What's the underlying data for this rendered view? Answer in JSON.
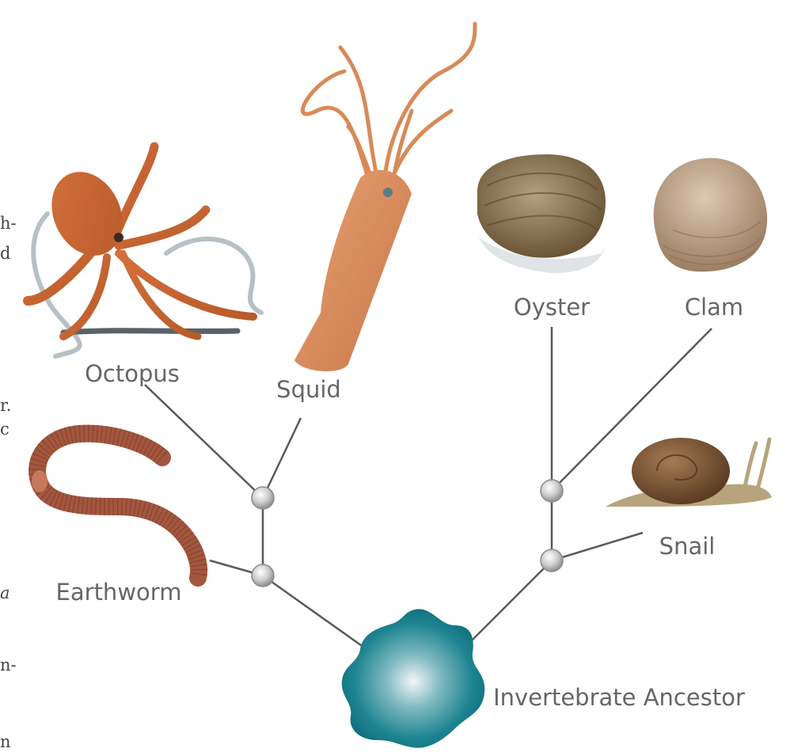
{
  "title": "",
  "nodes": {
    "octopus": {
      "label": "Octopus"
    },
    "squid": {
      "label": "Squid"
    },
    "oyster": {
      "label": "Oyster"
    },
    "clam": {
      "label": "Clam"
    },
    "snail": {
      "label": "Snail"
    },
    "earthworm": {
      "label": "Earthworm"
    },
    "ancestor": {
      "label": "Invertebrate Ancestor"
    }
  },
  "colors": {
    "branch_line": "#5a5a5a",
    "node_fill": "#c9c9c9",
    "ancestor_fill": "#17808e",
    "label_text": "#666666"
  },
  "cut_text_fragments": [
    {
      "text": "h-"
    },
    {
      "text": "d"
    },
    {
      "text": "r."
    },
    {
      "text": "c"
    },
    {
      "text": "a"
    },
    {
      "text": "n-"
    },
    {
      "text": "n"
    }
  ]
}
